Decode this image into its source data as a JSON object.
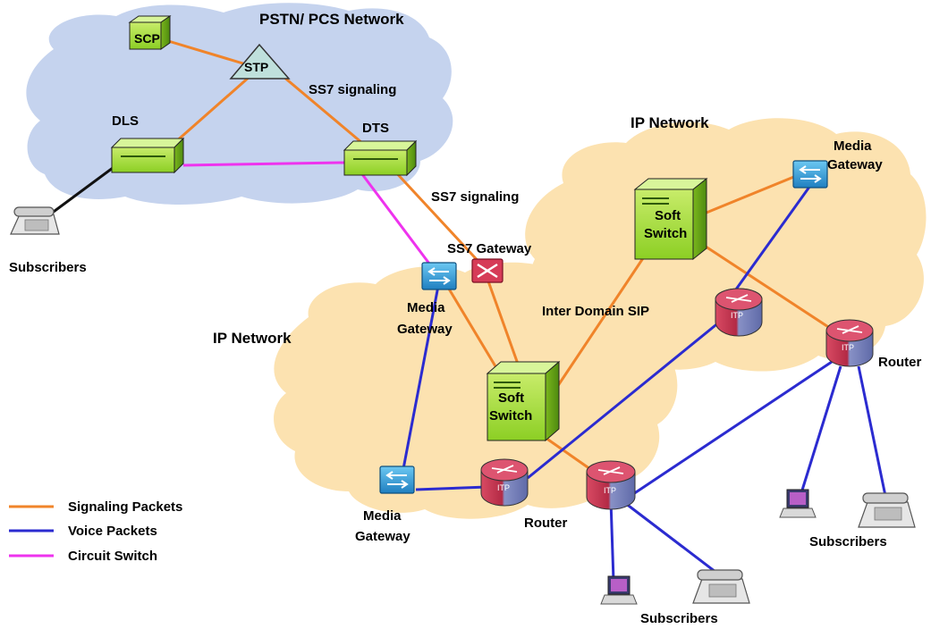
{
  "labels": {
    "pstn_network": "PSTN/ PCS Network",
    "scp": "SCP",
    "stp": "STP",
    "ss7_signaling_top": "SS7 signaling",
    "dls": "DLS",
    "dts": "DTS",
    "ss7_signaling_mid": "SS7 signaling",
    "subscribers_left": "Subscribers",
    "ss7_gateway": "SS7 Gateway",
    "ip_network_right": "IP Network",
    "media_gateway_right_line1": "Media",
    "media_gateway_right_line2": "Gateway",
    "soft_switch_right_line1": "Soft",
    "soft_switch_right_line2": "Switch",
    "inter_domain_sip": "Inter Domain SIP",
    "ip_network_left": "IP Network",
    "media_gateway_top_line1": "Media",
    "media_gateway_top_line2": "Gateway",
    "soft_switch_center_line1": "Soft",
    "soft_switch_center_line2": "Switch",
    "router_right": "Router",
    "media_gateway_bottom_line1": "Media",
    "media_gateway_bottom_line2": "Gateway",
    "router_bottom": "Router",
    "subscribers_bottom": "Subscribers",
    "subscribers_right": "Subscribers",
    "itp_1": "ITP",
    "itp_2": "ITP",
    "itp_3": "ITP",
    "itp_4": "ITP"
  },
  "legend": {
    "signaling": "Signaling Packets",
    "voice": "Voice Packets",
    "circuit": "Circuit Switch"
  },
  "colors": {
    "signaling": "#f0842a",
    "voice": "#2b2bd0",
    "circuit": "#ee33ee",
    "subscriber_line": "#111111",
    "pstn_cloud": "#c5d3ee",
    "ip_cloud": "#fce2b0",
    "green_device": "#7bbf1e",
    "router_red": "#c0354f",
    "gateway_blue": "#2f9fd8"
  }
}
